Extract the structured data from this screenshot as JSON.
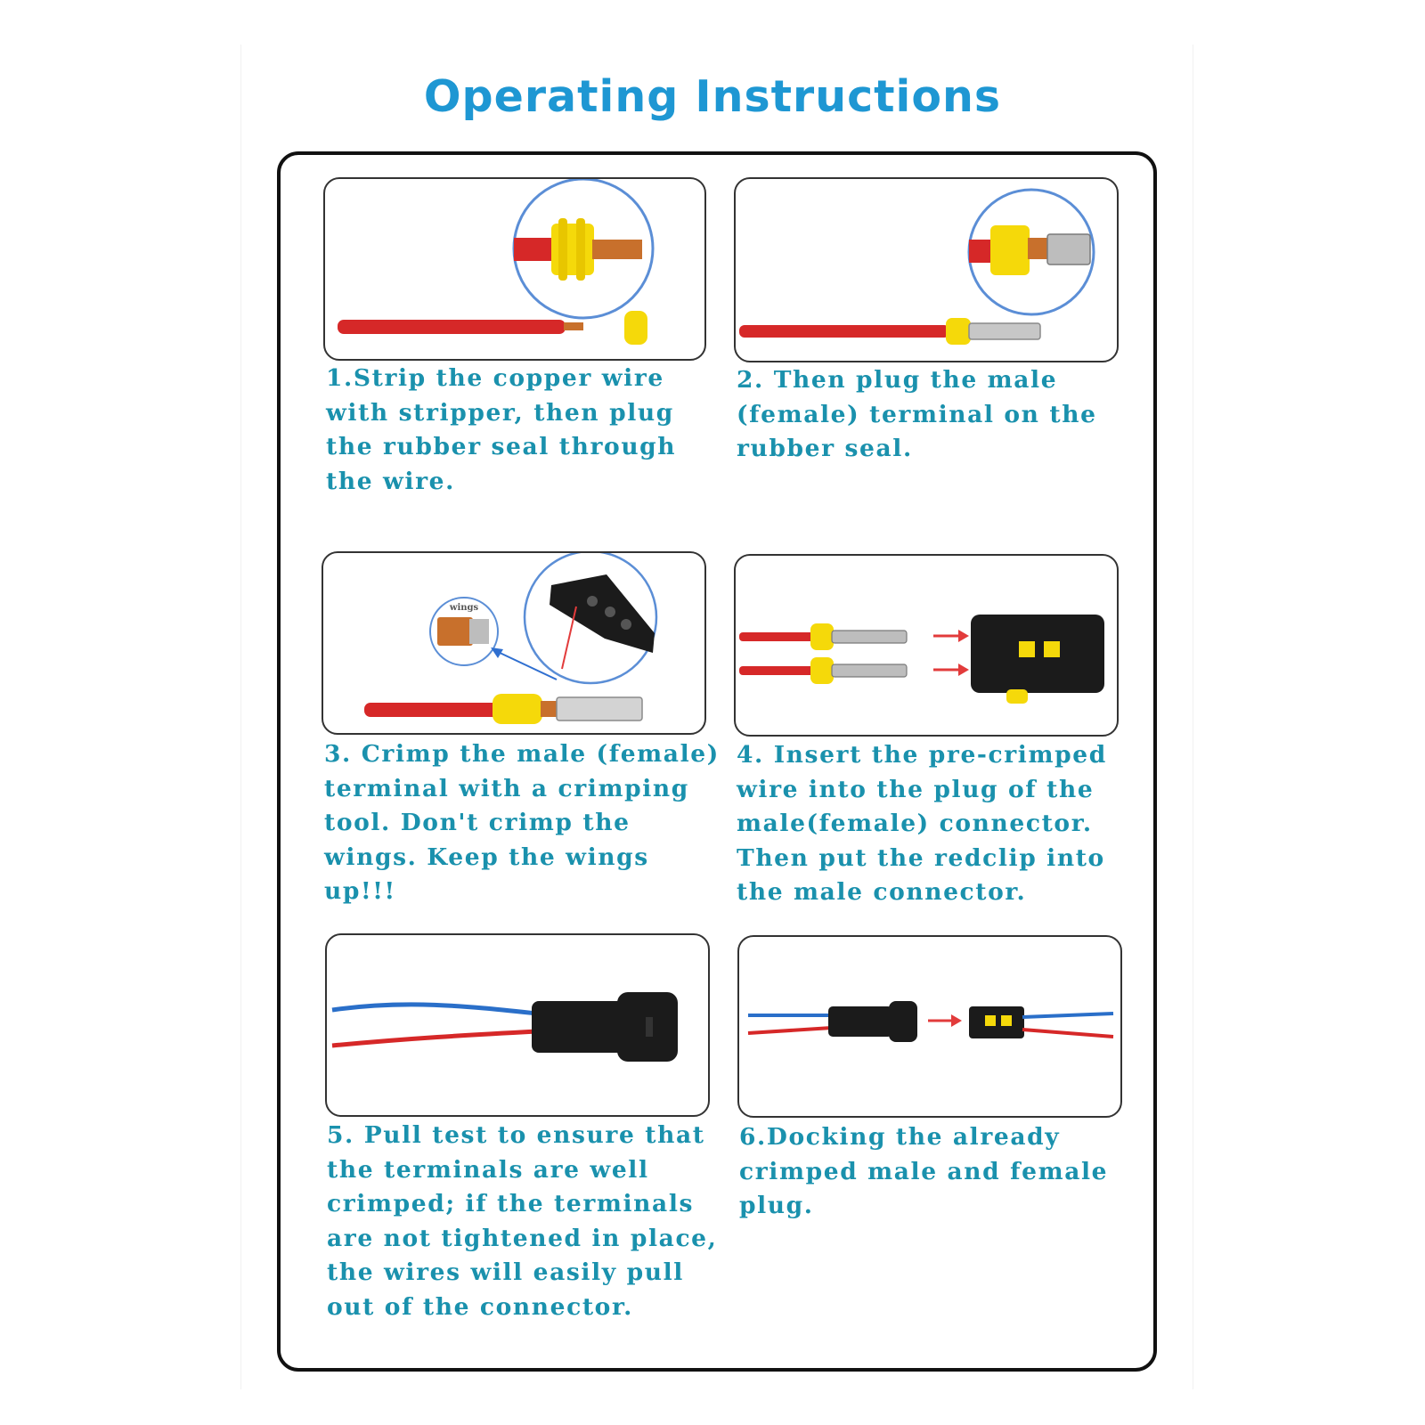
{
  "title": "Operating Instructions",
  "steps": [
    {
      "text": "1.Strip the copper wire with stripper, then plug the rubber seal through the wire."
    },
    {
      "text": "2. Then plug the male (female) terminal on the rubber seal."
    },
    {
      "text": "3. Crimp the male (female) terminal with a crimping tool. Don't crimp the wings. Keep the wings up!!!",
      "callout_label": "wings"
    },
    {
      "text": "4. Insert the pre-crimped wire into the plug of the male(female) connector. Then put the redclip into the male connector."
    },
    {
      "text": "5. Pull test to ensure that the terminals are well crimped; if the terminals are not tightened in place, the wires will easily pull out of the connector."
    },
    {
      "text": "6.Docking the already crimped male and female plug."
    }
  ],
  "colors": {
    "title": "#1e97d3",
    "caption": "#1a91ad",
    "wire_red": "#d62828",
    "wire_blue": "#2a6fc9",
    "seal_yellow": "#f5d90a",
    "copper": "#c8702c",
    "arrow_red": "#e23b3b",
    "arrow_blue": "#2f6fd0",
    "zoom_ring": "#5b8ed6",
    "connector_black": "#1b1b1b"
  },
  "icons": [
    "zoom-circle",
    "rubber-seal",
    "copper-wire",
    "terminal-pin",
    "crimping-tool",
    "connector-housing",
    "insert-arrow"
  ]
}
